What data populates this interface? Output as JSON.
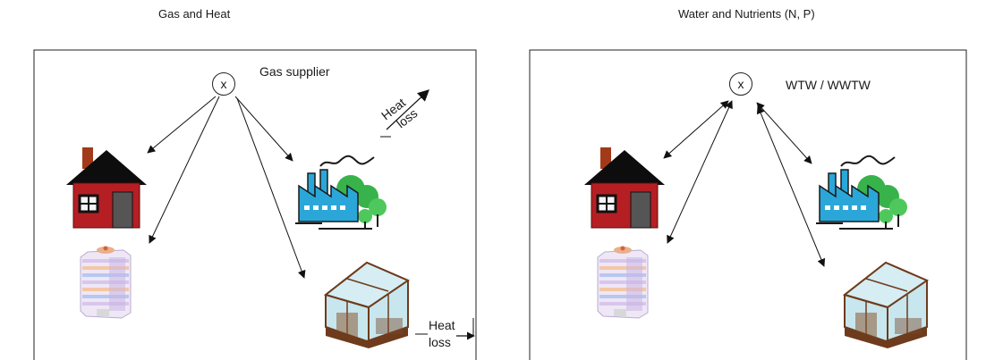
{
  "panels": [
    {
      "title": "Gas and Heat",
      "hub_symbol": "x",
      "hub_label": "Gas supplier",
      "heat_loss_top": {
        "word1": "Heat",
        "word2": "loss"
      },
      "heat_loss_bottom": {
        "word1": "Heat",
        "word2": "loss"
      }
    },
    {
      "title": "Water and Nutrients (N, P)",
      "hub_symbol": "x",
      "hub_label": "WTW / WWTW"
    }
  ],
  "icons": [
    "house-icon",
    "apartment-tower-icon",
    "factory-icon",
    "greenhouse-icon"
  ],
  "colors": {
    "house_wall": "#b51f24",
    "house_roof": "#0d0d0d",
    "factory_blue": "#2aa7d8",
    "tree_green": "#38b24a",
    "greenhouse_glass": "#a9d8e4",
    "greenhouse_wood": "#6e3b1c"
  }
}
